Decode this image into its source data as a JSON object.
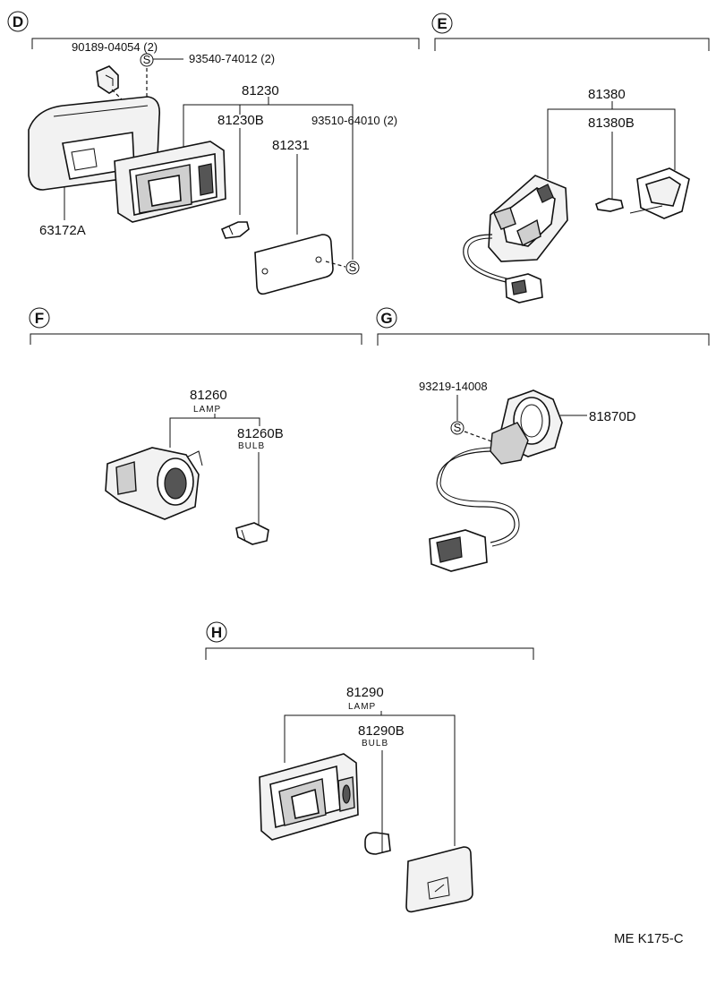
{
  "sections": {
    "D": {
      "letter": "D",
      "labels": {
        "p1": "90189-04054 (2)",
        "p2": "93540-74012 (2)",
        "p3": "81230",
        "p4": "81230B",
        "p5": "93510-64010 (2)",
        "p6": "81231",
        "p7": "63172A"
      }
    },
    "E": {
      "letter": "E",
      "labels": {
        "p1": "81380",
        "p2": "81380B"
      }
    },
    "F": {
      "letter": "F",
      "labels": {
        "p1": "81260",
        "p1_sub": "LAMP",
        "p2": "81260B",
        "p2_sub": "BULB"
      }
    },
    "G": {
      "letter": "G",
      "labels": {
        "p1": "93219-14008",
        "p2": "81870D"
      }
    },
    "H": {
      "letter": "H",
      "labels": {
        "p1": "81290",
        "p1_sub": "LAMP",
        "p2": "81290B",
        "p2_sub": "BULB"
      }
    }
  },
  "screw_symbol": "S",
  "footer_code": "ME  K175-C"
}
